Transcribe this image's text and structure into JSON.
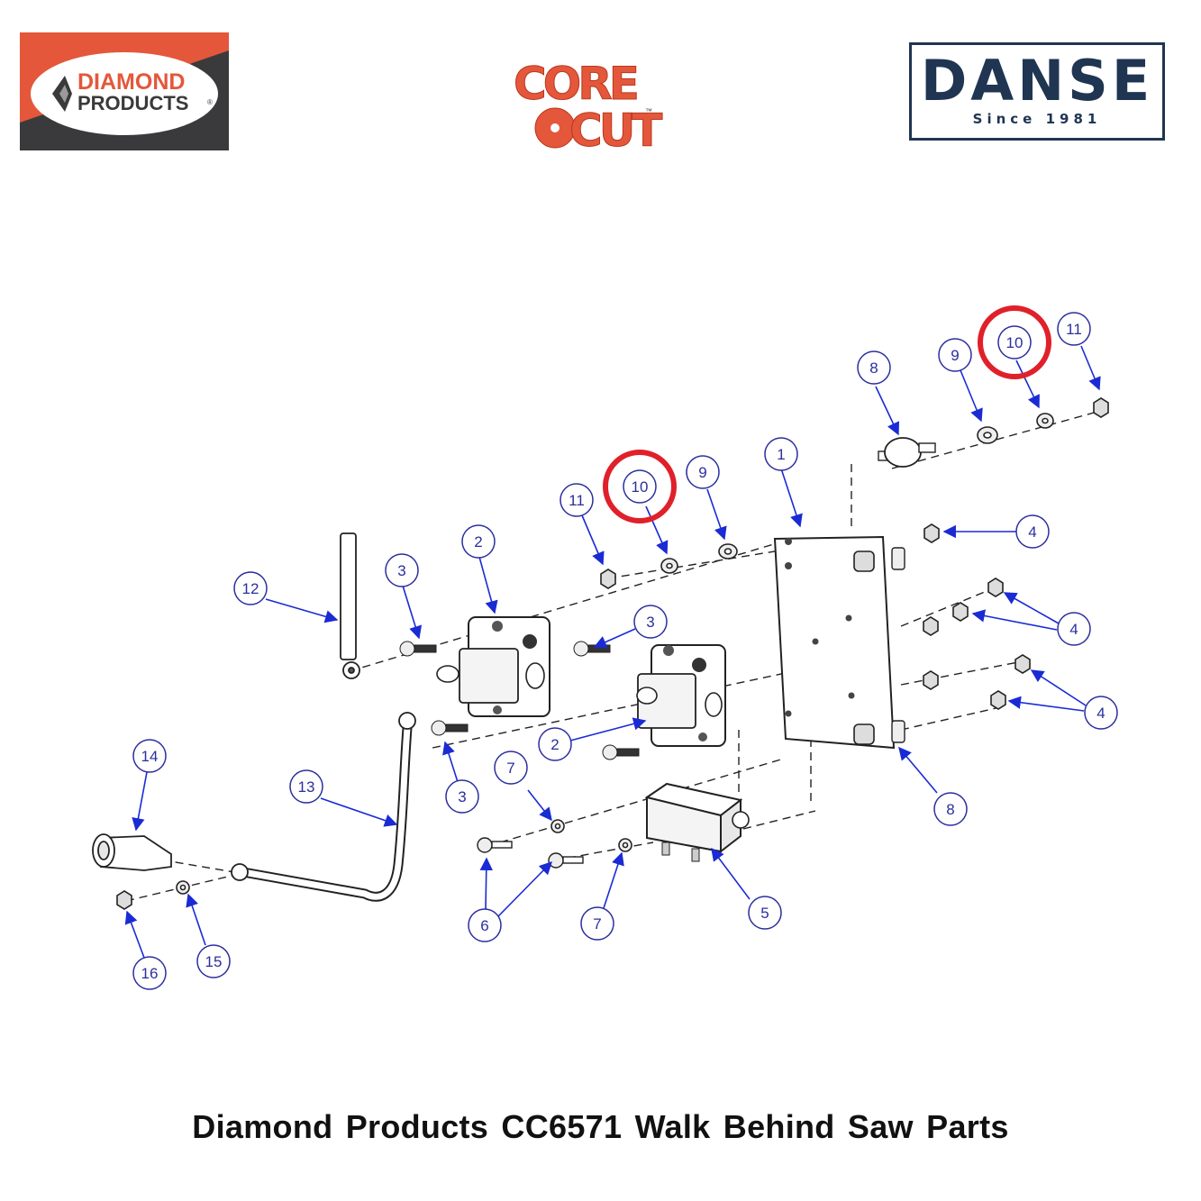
{
  "logos": {
    "diamond_products": {
      "line1": "DIAMOND",
      "line2": "PRODUCTS",
      "mark": "®",
      "colors": {
        "orange": "#e4573b",
        "dark": "#3a3a3c"
      }
    },
    "core_cut": {
      "line1": "CORE",
      "line2": "CUT",
      "mark": "™",
      "color": "#e4573b"
    },
    "danse": {
      "name": "DANSE",
      "since": "Since 1981",
      "color": "#1f3552"
    }
  },
  "diagram": {
    "highlight_color": "#e0202a",
    "callout_color": "#2b2f9e",
    "arrow_color": "#1a2bd4",
    "callouts": [
      {
        "id": "c1",
        "label": "1"
      },
      {
        "id": "c2a",
        "label": "2"
      },
      {
        "id": "c2b",
        "label": "2"
      },
      {
        "id": "c3a",
        "label": "3"
      },
      {
        "id": "c3b",
        "label": "3"
      },
      {
        "id": "c3c",
        "label": "3"
      },
      {
        "id": "c4a",
        "label": "4"
      },
      {
        "id": "c4b",
        "label": "4"
      },
      {
        "id": "c4c",
        "label": "4"
      },
      {
        "id": "c5",
        "label": "5"
      },
      {
        "id": "c6",
        "label": "6"
      },
      {
        "id": "c7a",
        "label": "7"
      },
      {
        "id": "c7b",
        "label": "7"
      },
      {
        "id": "c8a",
        "label": "8"
      },
      {
        "id": "c8b",
        "label": "8"
      },
      {
        "id": "c9a",
        "label": "9"
      },
      {
        "id": "c9b",
        "label": "9"
      },
      {
        "id": "c10a",
        "label": "10",
        "highlighted": true
      },
      {
        "id": "c10b",
        "label": "10",
        "highlighted": true
      },
      {
        "id": "c11a",
        "label": "11"
      },
      {
        "id": "c11b",
        "label": "11"
      },
      {
        "id": "c12",
        "label": "12"
      },
      {
        "id": "c13",
        "label": "13"
      },
      {
        "id": "c14",
        "label": "14"
      },
      {
        "id": "c15",
        "label": "15"
      },
      {
        "id": "c16",
        "label": "16"
      }
    ]
  },
  "caption": "Diamond Products CC6571 Walk Behind Saw Parts"
}
